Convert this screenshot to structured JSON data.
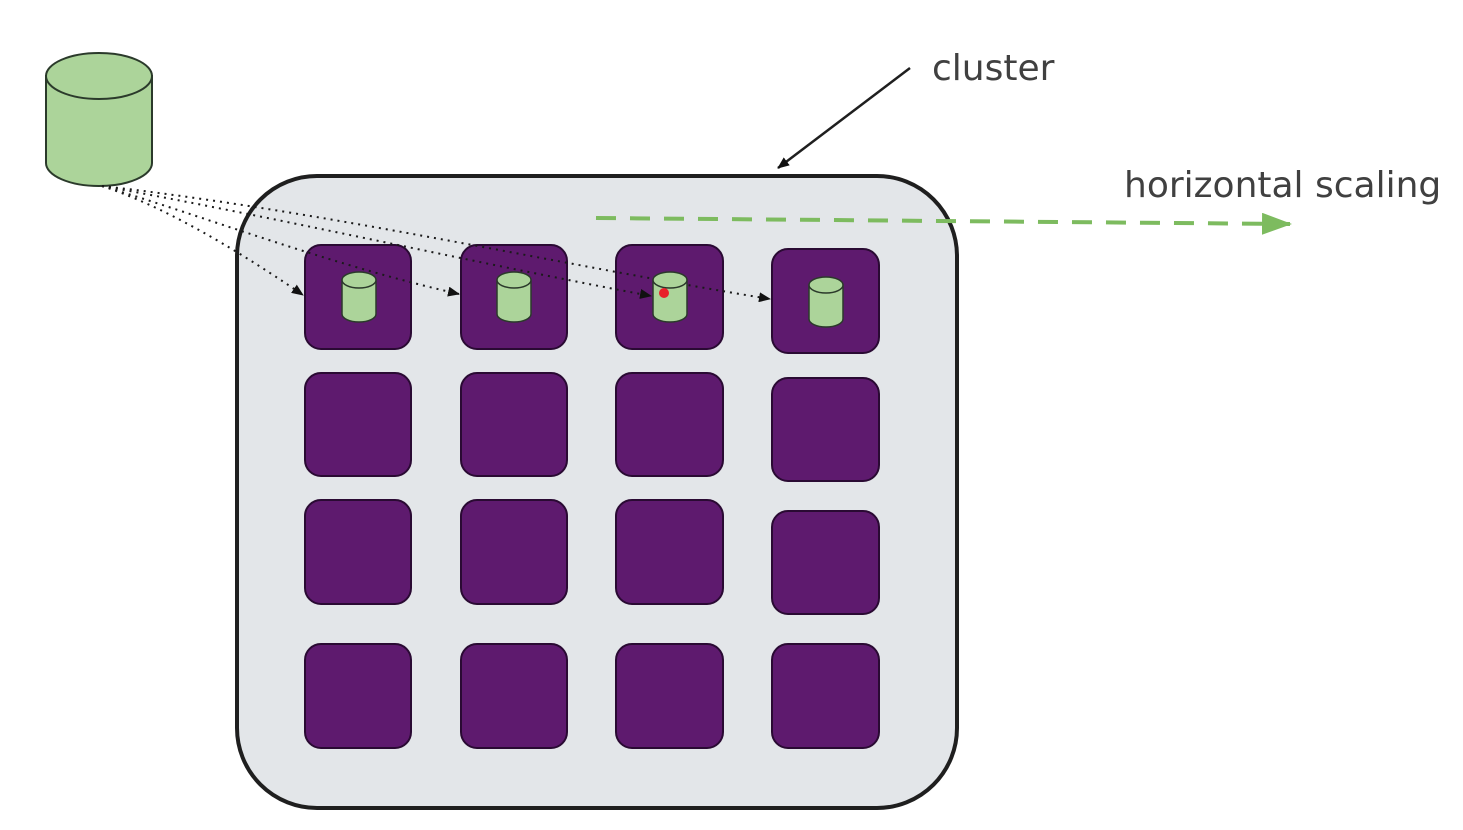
{
  "labels": {
    "cluster": "cluster",
    "horizontal_scaling": "horizontal scaling"
  },
  "grid": {
    "rows": 4,
    "columns": 4,
    "nodes_with_data": [
      0,
      1,
      2,
      3
    ]
  },
  "colors": {
    "background": "#ffffff",
    "cluster_fill": "#e3e6e9",
    "cluster_stroke": "#1f1f1f",
    "node_fill": "#5e1a6e",
    "node_stroke": "#2a0a33",
    "database_fill": "#acd49a",
    "database_stroke": "#2b3a2b",
    "scaling_arrow": "#7dbb5f",
    "pointer_dot": "#e8202a",
    "text": "#404040"
  }
}
